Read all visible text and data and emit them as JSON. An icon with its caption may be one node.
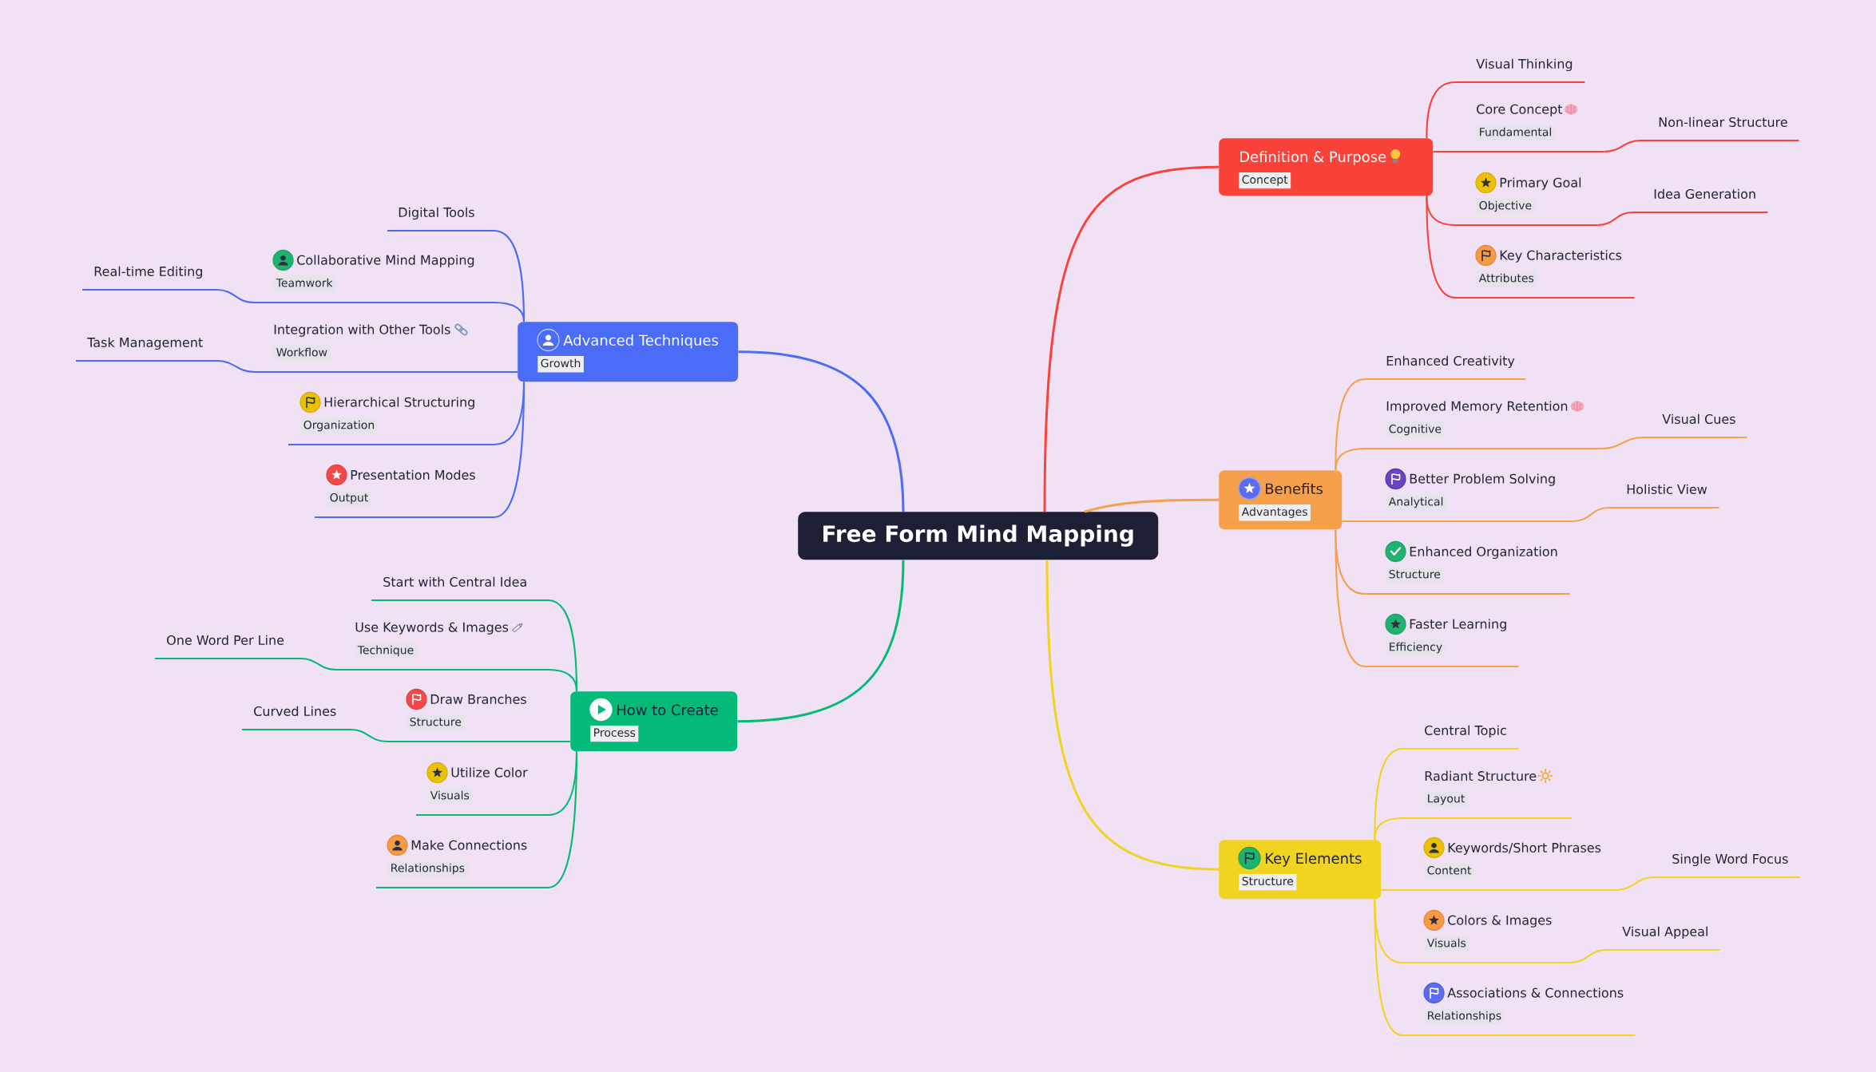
{
  "diagram": {
    "nodes": [
      {
        "text": [
          "Free Form Mind Mapping"
        ]
      },
      {
        "text": [
          "Definition & Purpose",
          "Concept"
        ]
      },
      {
        "text": [
          "Visual Thinking"
        ]
      },
      {
        "text": [
          "Core Concept",
          "Fundamental"
        ]
      },
      {
        "text": [
          "Non-linear Structure"
        ]
      },
      {
        "text": [
          "Primary Goal",
          "Objective"
        ]
      },
      {
        "text": [
          "Idea Generation"
        ]
      },
      {
        "text": [
          "Key Characteristics",
          "Attributes"
        ]
      },
      {
        "text": [
          "Benefits",
          "Advantages"
        ]
      },
      {
        "text": [
          "Enhanced Creativity"
        ]
      },
      {
        "text": [
          "Improved Memory Retention",
          "Cognitive"
        ]
      },
      {
        "text": [
          "Visual Cues"
        ]
      },
      {
        "text": [
          "Better Problem Solving",
          "Analytical"
        ]
      },
      {
        "text": [
          "Holistic View"
        ]
      },
      {
        "text": [
          "Enhanced Organization",
          "Structure"
        ]
      },
      {
        "text": [
          "Faster Learning",
          "Efficiency"
        ]
      },
      {
        "text": [
          "Key Elements",
          "Structure"
        ]
      },
      {
        "text": [
          "Central Topic"
        ]
      },
      {
        "text": [
          "Radiant Structure",
          "Layout"
        ]
      },
      {
        "text": [
          "Keywords/Short Phrases",
          "Content"
        ]
      },
      {
        "text": [
          "Single Word Focus"
        ]
      },
      {
        "text": [
          "Colors & Images",
          "Visuals"
        ]
      },
      {
        "text": [
          "Visual Appeal"
        ]
      },
      {
        "text": [
          "Associations & Connections",
          "Relationships"
        ]
      },
      {
        "text": [
          "Advanced Techniques",
          "Growth"
        ]
      },
      {
        "text": [
          "Digital Tools"
        ]
      },
      {
        "text": [
          "Collaborative Mind Mapping",
          "Teamwork"
        ]
      },
      {
        "text": [
          "Real-time Editing"
        ]
      },
      {
        "text": [
          "Integration with Other Tools",
          "Workflow"
        ]
      },
      {
        "text": [
          "Task Management"
        ]
      },
      {
        "text": [
          "Hierarchical Structuring",
          "Organization"
        ]
      },
      {
        "text": [
          "Presentation Modes",
          "Output"
        ]
      },
      {
        "text": [
          "How to Create",
          "Process"
        ]
      },
      {
        "text": [
          "Start with Central Idea"
        ]
      },
      {
        "text": [
          "Use Keywords & Images",
          "Technique"
        ]
      },
      {
        "text": [
          "One Word Per Line"
        ]
      },
      {
        "text": [
          "Draw Branches",
          "Structure"
        ]
      },
      {
        "text": [
          "Curved Lines"
        ]
      },
      {
        "text": [
          "Utilize Color",
          "Visuals"
        ]
      },
      {
        "text": [
          "Make Connections",
          "Relationships"
        ]
      }
    ],
    "edges": [
      {
        "from": 0,
        "to": 1,
        "arrow": "none",
        "color": "#f9423a"
      },
      {
        "from": 1,
        "to": 2,
        "arrow": "none",
        "color": "#f9423a"
      },
      {
        "from": 1,
        "to": 3,
        "arrow": "none",
        "color": "#f9423a"
      },
      {
        "from": 3,
        "to": 4,
        "arrow": "none",
        "color": "#f9423a"
      },
      {
        "from": 1,
        "to": 5,
        "arrow": "none",
        "color": "#f9423a"
      },
      {
        "from": 5,
        "to": 6,
        "arrow": "none",
        "color": "#f9423a"
      },
      {
        "from": 1,
        "to": 7,
        "arrow": "none",
        "color": "#f9423a"
      },
      {
        "from": 0,
        "to": 8,
        "arrow": "none",
        "color": "#f6a04c"
      },
      {
        "from": 8,
        "to": 9,
        "arrow": "none",
        "color": "#f6a04c"
      },
      {
        "from": 8,
        "to": 10,
        "arrow": "none",
        "color": "#f6a04c"
      },
      {
        "from": 10,
        "to": 11,
        "arrow": "none",
        "color": "#f6a04c"
      },
      {
        "from": 8,
        "to": 12,
        "arrow": "none",
        "color": "#f6a04c"
      },
      {
        "from": 12,
        "to": 13,
        "arrow": "none",
        "color": "#f6a04c"
      },
      {
        "from": 8,
        "to": 14,
        "arrow": "none",
        "color": "#f6a04c"
      },
      {
        "from": 8,
        "to": 15,
        "arrow": "none",
        "color": "#f6a04c"
      },
      {
        "from": 0,
        "to": 16,
        "arrow": "none",
        "color": "#f1d321"
      },
      {
        "from": 16,
        "to": 17,
        "arrow": "none",
        "color": "#f1d321"
      },
      {
        "from": 16,
        "to": 18,
        "arrow": "none",
        "color": "#f1d321"
      },
      {
        "from": 16,
        "to": 19,
        "arrow": "none",
        "color": "#f1d321"
      },
      {
        "from": 19,
        "to": 20,
        "arrow": "none",
        "color": "#f1d321"
      },
      {
        "from": 16,
        "to": 21,
        "arrow": "none",
        "color": "#f1d321"
      },
      {
        "from": 21,
        "to": 22,
        "arrow": "none",
        "color": "#f1d321"
      },
      {
        "from": 16,
        "to": 23,
        "arrow": "none",
        "color": "#f1d321"
      },
      {
        "from": 0,
        "to": 24,
        "arrow": "none",
        "color": "#4a6cf7"
      },
      {
        "from": 24,
        "to": 25,
        "arrow": "none",
        "color": "#4a6cf7"
      },
      {
        "from": 24,
        "to": 26,
        "arrow": "none",
        "color": "#4a6cf7"
      },
      {
        "from": 26,
        "to": 27,
        "arrow": "none",
        "color": "#4a6cf7"
      },
      {
        "from": 24,
        "to": 28,
        "arrow": "none",
        "color": "#4a6cf7"
      },
      {
        "from": 28,
        "to": 29,
        "arrow": "none",
        "color": "#4a6cf7"
      },
      {
        "from": 24,
        "to": 30,
        "arrow": "none",
        "color": "#4a6cf7"
      },
      {
        "from": 24,
        "to": 31,
        "arrow": "none",
        "color": "#4a6cf7"
      },
      {
        "from": 0,
        "to": 32,
        "arrow": "none",
        "color": "#04ba78"
      },
      {
        "from": 32,
        "to": 33,
        "arrow": "none",
        "color": "#04ba78"
      },
      {
        "from": 32,
        "to": 34,
        "arrow": "none",
        "color": "#04ba78"
      },
      {
        "from": 34,
        "to": 35,
        "arrow": "none",
        "color": "#04ba78"
      },
      {
        "from": 32,
        "to": 36,
        "arrow": "none",
        "color": "#04ba78"
      },
      {
        "from": 36,
        "to": 37,
        "arrow": "none",
        "color": "#04ba78"
      },
      {
        "from": 32,
        "to": 38,
        "arrow": "none",
        "color": "#04ba78"
      },
      {
        "from": 32,
        "to": 39,
        "arrow": "none",
        "color": "#04ba78"
      }
    ]
  }
}
